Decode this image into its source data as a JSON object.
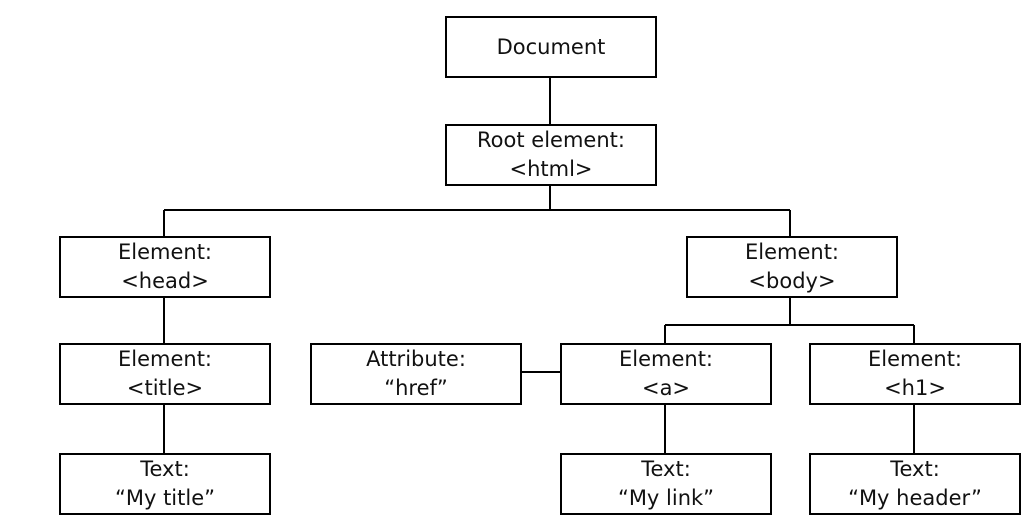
{
  "diagram": {
    "nodes": {
      "document": {
        "line1": "Document"
      },
      "root": {
        "line1": "Root element:",
        "line2": "<html>"
      },
      "head": {
        "line1": "Element:",
        "line2": "<head>"
      },
      "body": {
        "line1": "Element:",
        "line2": "<body>"
      },
      "title": {
        "line1": "Element:",
        "line2": "<title>"
      },
      "attribute": {
        "line1": "Attribute:",
        "line2": "“href”"
      },
      "a": {
        "line1": "Element:",
        "line2": "<a>"
      },
      "h1": {
        "line1": "Element:",
        "line2": "<h1>"
      },
      "text_title": {
        "line1": "Text:",
        "line2": "“My title”"
      },
      "text_link": {
        "line1": "Text:",
        "line2": "“My link”"
      },
      "text_header": {
        "line1": "Text:",
        "line2": "“My header”"
      }
    }
  }
}
